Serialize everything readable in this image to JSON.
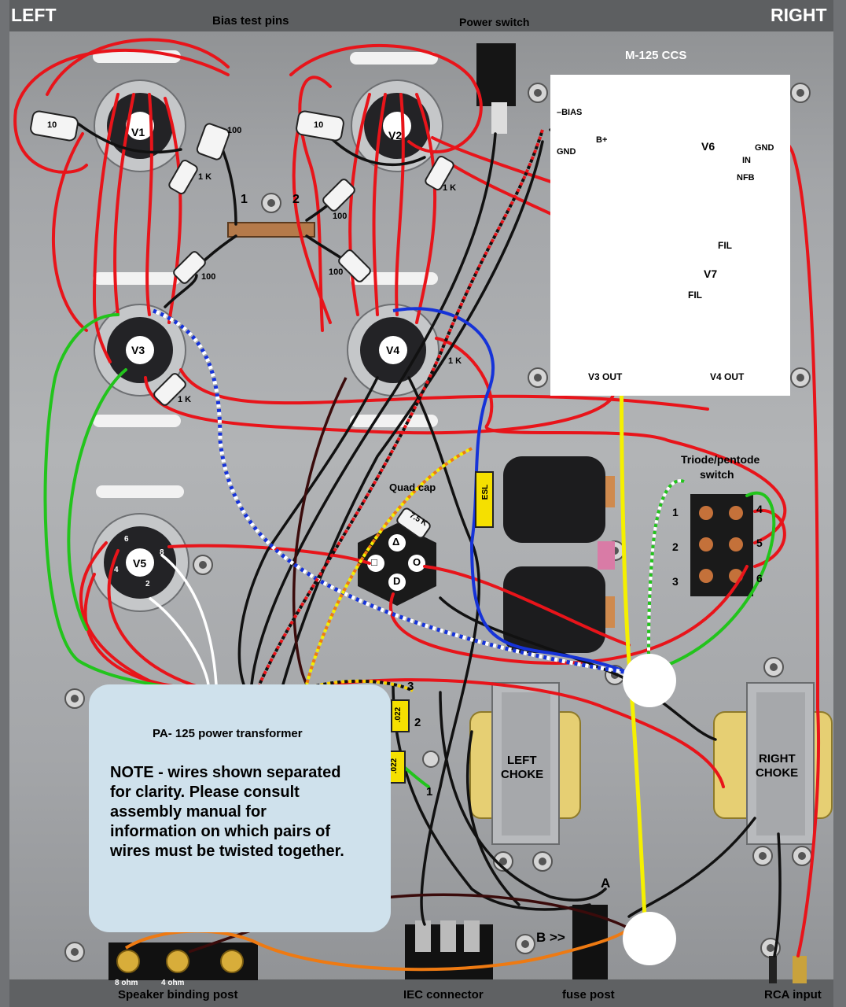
{
  "corners": {
    "left": "LEFT",
    "right": "RIGHT"
  },
  "top_labels": {
    "bias_pins": "Bias test pins",
    "power_switch": "Power switch"
  },
  "ccs_board": {
    "title": "M-125 CCS",
    "bias": "–BIAS",
    "gnd": "GND",
    "bplus": "B+",
    "v6": "V6",
    "in": "IN",
    "gnd2": "GND",
    "nfb": "NFB",
    "fil1": "FIL",
    "v7": "V7",
    "fil2": "FIL",
    "v3out": "V3 OUT",
    "v4out": "V4 OUT"
  },
  "tubes": {
    "v1": "V1",
    "v2": "V2",
    "v3": "V3",
    "v4": "V4",
    "v5": "V5",
    "v5_pins": {
      "p6": "6",
      "p8": "8",
      "p4": "4",
      "p2": "2"
    }
  },
  "resistors": {
    "r10a": "10",
    "r10b": "10",
    "r100a": "100",
    "r100b": "100",
    "r100c": "100",
    "r100d": "100",
    "r1ka": "1 K",
    "r1kb": "1 K",
    "r1kc": "1 K",
    "r1kd": "1 K",
    "r75k": "7.5 K"
  },
  "terminal_strip": {
    "t1": "1",
    "t2": "2"
  },
  "quad_cap": {
    "label": "Quad cap",
    "a": "Δ",
    "b": "□",
    "c": "O",
    "d": "D",
    "esl": "ESL"
  },
  "switch": {
    "title_line1": "Triode/pentode",
    "title_line2": "switch",
    "p1": "1",
    "p2": "2",
    "p3": "3",
    "p4": "4",
    "p5": "5",
    "p6": "6"
  },
  "transformer": {
    "title": "PA- 125 power transformer",
    "note": [
      "NOTE - wires shown separated",
      "for clarity. Please consult",
      "assembly manual for",
      "information on which pairs of",
      "wires must be twisted together."
    ]
  },
  "caps": {
    "c1": ".022",
    "c2": ".022",
    "n3": "3",
    "n2": "2",
    "n1": "1"
  },
  "chokes": {
    "left1": "LEFT",
    "left2": "CHOKE",
    "right1": "RIGHT",
    "right2": "CHOKE"
  },
  "fuse": {
    "a": "A",
    "b": "B >>"
  },
  "bottom_labels": {
    "ohm8": "8 ohm",
    "ohm4": "4 ohm",
    "speaker": "Speaker binding post",
    "iec": "IEC connector",
    "fuse_post": "fuse post",
    "rca": "RCA input"
  },
  "colors": {
    "wire_red": "#e8141a",
    "wire_black": "#111111",
    "wire_green": "#22c41c",
    "wire_yellow": "#f5f000",
    "wire_blue": "#1633d8",
    "wire_orange": "#ee7a12",
    "wire_white": "#ffffff",
    "wire_maroon": "#3a0b0b",
    "panel": "#a9abae",
    "ccs_board": "#ffffff",
    "note_box": "#cfe1ec"
  }
}
